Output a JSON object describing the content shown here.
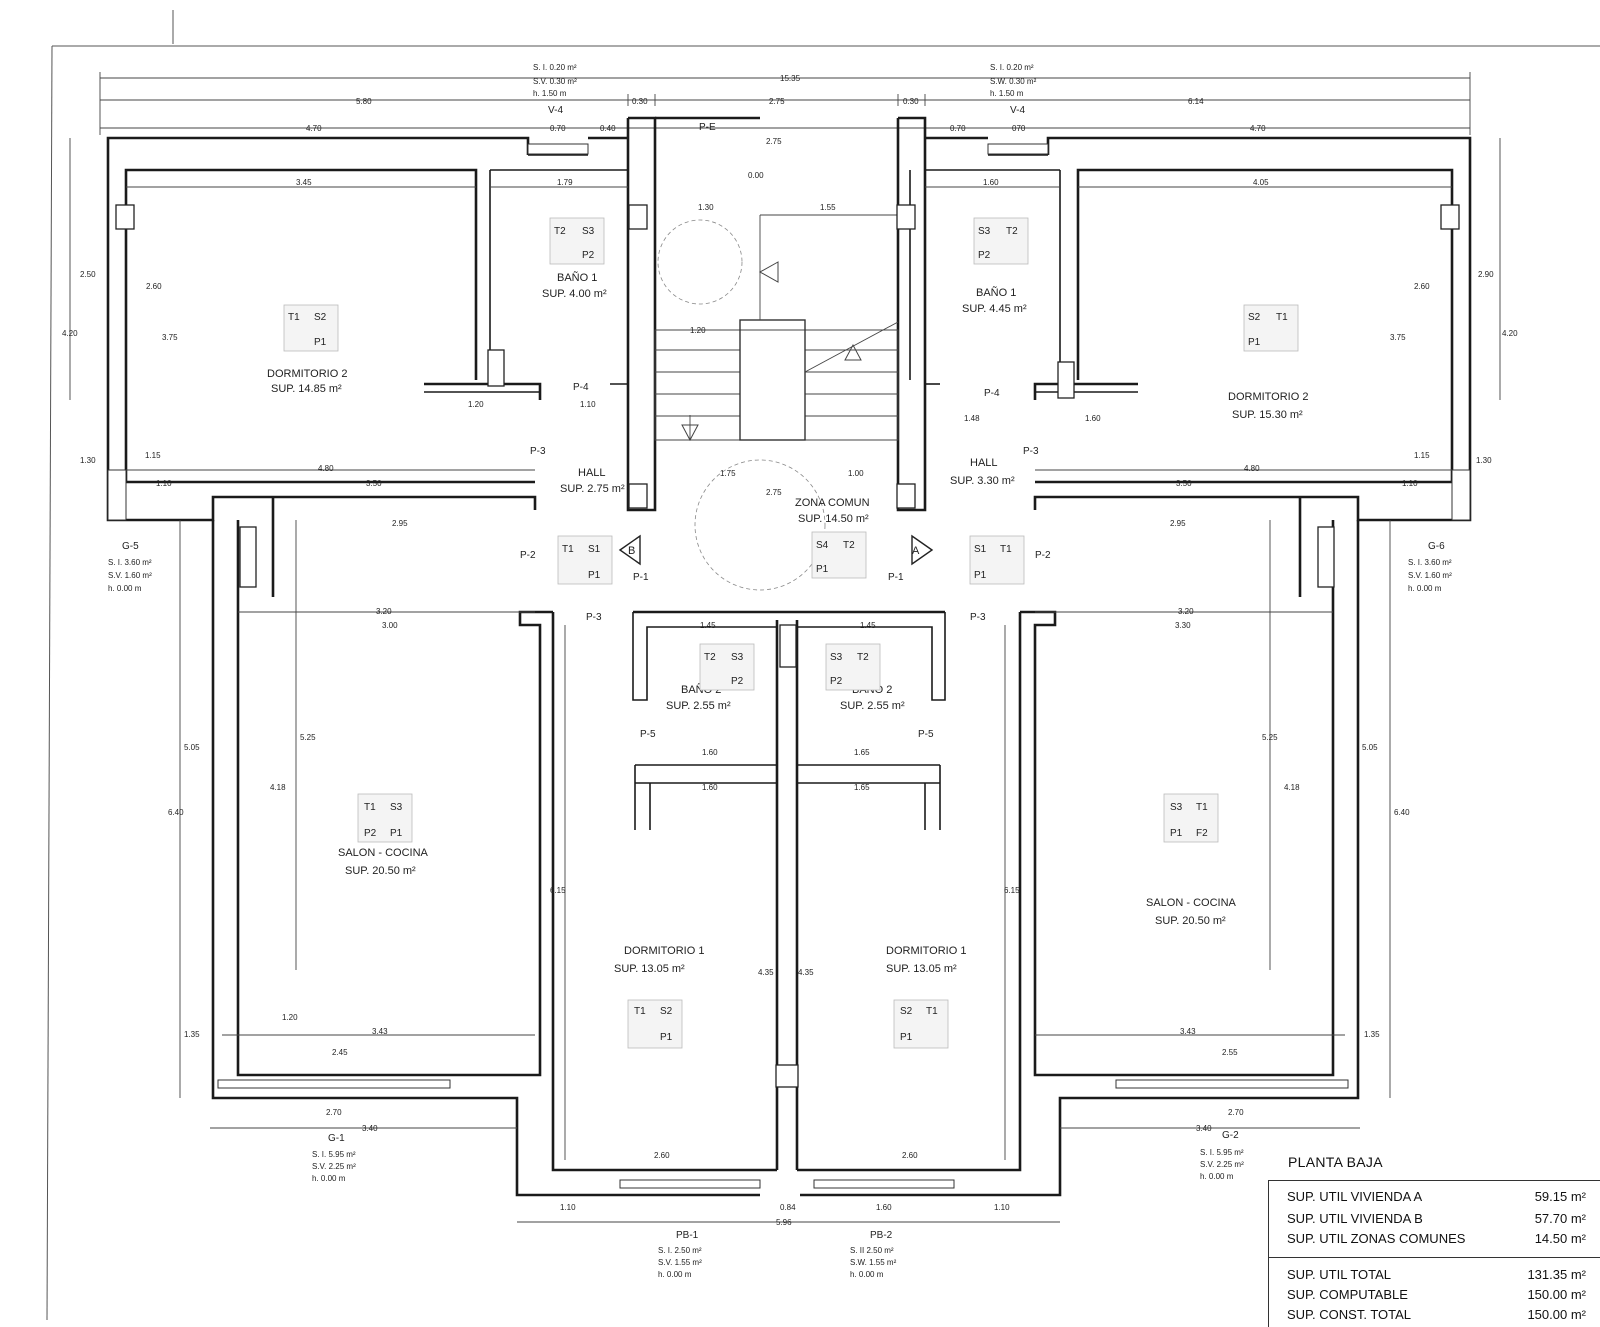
{
  "drawing": {
    "top_dims": [
      "15.35",
      "5.80",
      "0.30",
      "2.75",
      "0.30",
      "6.14",
      "4.70",
      "0.70",
      "0.40",
      "2.75",
      "0.70",
      "070",
      "4.70"
    ],
    "window_v4_left": {
      "si": "S. I.    0.20 m²",
      "sv": "S.V.    0.30 m²",
      "h": "h.      1.50 m",
      "tag": "V-4"
    },
    "window_v4_right": {
      "si": "S. I.    0.20 m²",
      "sv": "S.W.    0.30 m²",
      "h": "h.      1.50 m",
      "tag": "V-4"
    },
    "stair_tag": "P-E",
    "level_mark": "0.00",
    "rooms": [
      {
        "name": "DORMITORIO 2",
        "area": "SUP. 14.85 m²",
        "tags": [
          "T1",
          "S2",
          "P1"
        ]
      },
      {
        "name": "BAÑO 1",
        "area": "SUP. 4.00 m²",
        "tags": [
          "T2",
          "S3",
          "P2"
        ]
      },
      {
        "name": "BAÑO 1",
        "area": "SUP. 4.45 m²",
        "tags": [
          "S3",
          "T2",
          "P2"
        ]
      },
      {
        "name": "DORMITORIO 2",
        "area": "SUP. 15.30 m²",
        "tags": [
          "S2",
          "T1",
          "P1"
        ]
      },
      {
        "name": "HALL",
        "area": "SUP. 2.75 m²"
      },
      {
        "name": "HALL",
        "area": "SUP. 3.30 m²"
      },
      {
        "name": "ZONA COMUN",
        "area": "SUP. 14.50 m²",
        "tags": [
          "S4",
          "T2",
          "P1"
        ]
      },
      {
        "name": "SALON - COCINA",
        "area": "SUP. 20.50 m²",
        "tags": [
          "T1",
          "S3",
          "P2",
          "P1"
        ]
      },
      {
        "name": "SALON - COCINA",
        "area": "SUP. 20.50 m²",
        "tags": [
          "S3",
          "T1",
          "P1",
          "F2"
        ]
      },
      {
        "name": "BAÑO 2",
        "area": "SUP. 2.55 m²",
        "tags": [
          "T2",
          "S3",
          "P2"
        ]
      },
      {
        "name": "BAÑO 2",
        "area": "SUP. 2.55 m²",
        "tags": [
          "S3",
          "T2",
          "P2"
        ]
      },
      {
        "name": "DORMITORIO 1",
        "area": "SUP. 13.05 m²",
        "tags": [
          "T1",
          "S2",
          "P1"
        ]
      },
      {
        "name": "DORMITORIO 1",
        "area": "SUP. 13.05 m²",
        "tags": [
          "S2",
          "T1",
          "P1"
        ]
      }
    ],
    "hall_tags_left": [
      "T1",
      "S1",
      "P1"
    ],
    "hall_tags_right": [
      "S1",
      "T1",
      "P1"
    ],
    "door_tags": [
      "P-4",
      "P-4",
      "P-3",
      "P-3",
      "P-2",
      "P-2",
      "P-1",
      "P-1",
      "P-3",
      "P-3",
      "P-5",
      "P-5"
    ],
    "section_marks": [
      "B",
      "A"
    ],
    "windows": {
      "g5": {
        "tag": "G-5",
        "si": "S. I.    3.60 m²",
        "sv": "S.V.    1.60 m²",
        "h": "h.      0.00 m"
      },
      "g6": {
        "tag": "G-6",
        "si": "S. I.    3.60 m²",
        "sv": "S.V.    1.60 m²",
        "h": "h.      0.00 m"
      },
      "g1": {
        "tag": "G-1",
        "si": "S. I.    5.95 m²",
        "sv": "S.V.    2.25 m²",
        "h": "h.      0.00 m"
      },
      "g2": {
        "tag": "G-2",
        "si": "S. I.    5.95 m²",
        "sv": "S.V.    2.25 m²",
        "h": "h.      0.00 m"
      },
      "pb1": {
        "tag": "PB-1",
        "si": "S. I.    2.50 m²",
        "sv": "S.V.    1.55 m²",
        "h": "h.      0.00 m"
      },
      "pb2": {
        "tag": "PB-2",
        "si": "S. II    2.50 m²",
        "sv": "S.W.    1.55 m²",
        "h": "h.      0.00 m"
      }
    },
    "dims": {
      "d_345": "3.45",
      "d_179": "1.79",
      "d_160": "1.60",
      "d_405": "4.05",
      "d_120a": "1.20",
      "d_110a": "1.10",
      "d_148": "1.48",
      "d_160b": "1.60",
      "d_480": "4.80",
      "d_350": "3.50",
      "d_480b": "4.80",
      "d_350b": "3.50",
      "d_115": "1.15",
      "d_110b": "1.10",
      "d_115b": "1.15",
      "d_110c": "1.10",
      "d_295": "2.95",
      "d_295b": "2.95",
      "d_320": "3.20",
      "d_300": "3.00",
      "d_320b": "3.20",
      "d_330": "3.30",
      "d_145": "1.45",
      "d_145b": "1.45",
      "d_160c": "1.60",
      "d_165": "1.65",
      "d_160d": "1.60",
      "d_165b": "1.65",
      "d_343": "3.43",
      "d_245": "2.45",
      "d_343b": "3.43",
      "d_255": "2.55",
      "d_270": "2.70",
      "d_340": "3.40",
      "d_270b": "2.70",
      "d_340b": "3.40",
      "d_260": "2.60",
      "d_260b": "2.60",
      "d_110d": "1.10",
      "d_160e": "1.60",
      "d_110e": "1.10",
      "d_596": "5.96",
      "d_084": "0.84",
      "d_175": "1.75",
      "d_275": "2.75",
      "d_100": "1.00",
      "d_130": "1.30",
      "d_155": "1.55",
      "d_120b": "1.20",
      "d_120c": "1.20",
      "d_420": "4.20",
      "d_420b": "4.20",
      "d_640": "6.40",
      "d_640b": "6.40",
      "d_505": "5.05",
      "d_505b": "5.05",
      "d_525": "5.25",
      "d_525b": "5.25",
      "d_418": "4.18",
      "d_418b": "4.18",
      "d_615": "6.15",
      "d_615b": "6.15",
      "d_435": "4.35",
      "d_435b": "4.35",
      "d_130b": "1.30",
      "d_130c": "1.30",
      "d_135": "1.35",
      "d_135b": "1.35",
      "d_375": "3.75",
      "d_375b": "3.75",
      "d_260c": "2.60",
      "d_260d": "2.60",
      "d_290": "2.90",
      "d_250": "2.50"
    }
  },
  "summary": {
    "title": "PLANTA BAJA",
    "rows": [
      {
        "label": "SUP. UTIL VIVIENDA A",
        "value": "59.15 m²"
      },
      {
        "label": "SUP. UTIL VIVIENDA B",
        "value": "57.70 m²"
      },
      {
        "label": "SUP. UTIL ZONAS COMUNES",
        "value": "14.50 m²"
      },
      {
        "label": "SUP. UTIL TOTAL",
        "value": "131.35 m²"
      },
      {
        "label": "SUP. COMPUTABLE",
        "value": "150.00 m²"
      },
      {
        "label": "SUP. CONST. TOTAL",
        "value": "150.00 m²"
      }
    ]
  }
}
